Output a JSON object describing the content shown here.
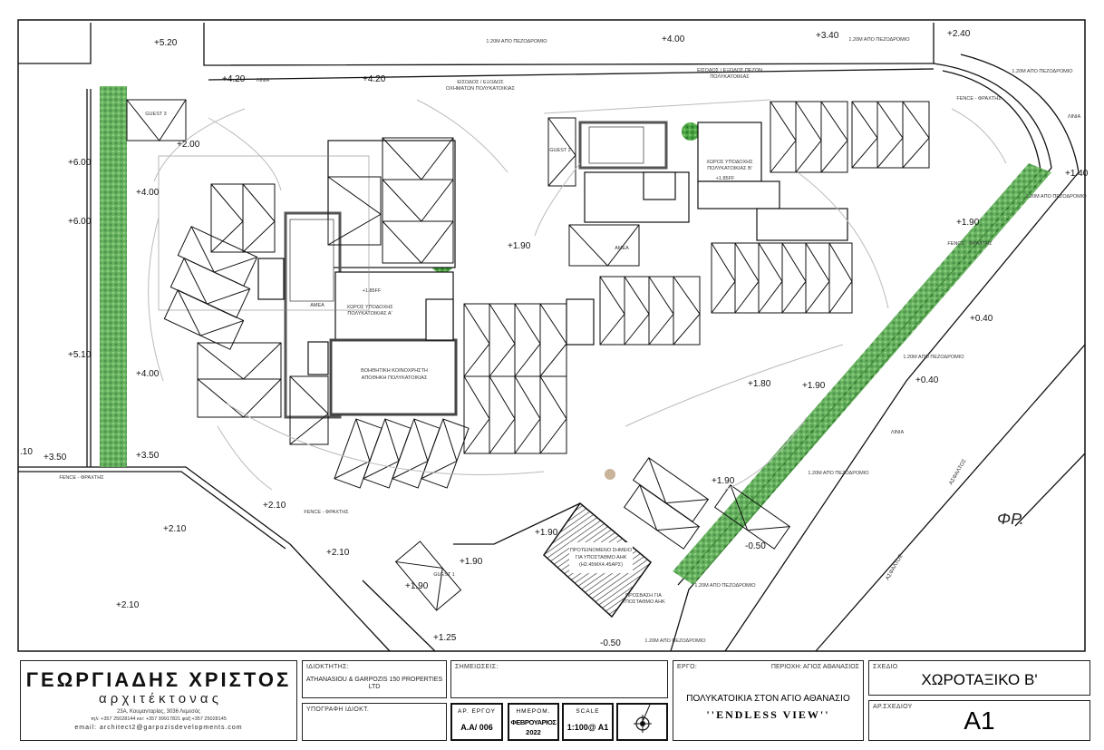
{
  "title_block": {
    "architect_name": "ΓΕΩΡΓΙΑΔΗΣ ΧΡΙΣΤΟΣ",
    "architect_title": "α ρ χ ι τ έ κ τ ο ν α ς",
    "address": "23Α, Κουμανταρίας,  3036  Λεμεσός",
    "phones": "τηλ: +357 25028144   κιν: +357 99917821   φαξ:+357 25028145",
    "email": "email:  architect2@garpozisdevelopments.com",
    "owner_label": "ΙΔΙΟΚΤΗΤΗΣ:",
    "owner": "ATHANASIOU & GARPOZIS 150 PROPERTIES LTD",
    "signature_label": "ΥΠΟΓΡΑΦΗ ΙΔΙΟΚΤ.",
    "notes_label": "ΣΗΜΕΙΩΣΕΙΣ:",
    "project_no_label": "ΑΡ. ΕΡΓΟΥ",
    "project_no": "Α.Α/ 006",
    "date_label": "ΗΜΕΡΟΜ.",
    "date_month": "ΦΕΒΡΟΥΑΡΙΟΣ",
    "date_year": "2022",
    "scale_label": "SCALE",
    "scale": "1:100@ A1",
    "project_label": "ΕΡΓΟ:",
    "area_label": "ΠΕΡΙΟΧΗ: ΑΓΙΟΣ ΑΘΑΝΑΣΙΟΣ",
    "project_title": "ΠΟΛΥΚΑΤΟΙΚΙΑ ΣΤΟΝ ΑΓΙΟ ΑΘΑΝΑΣΙΟ",
    "project_subtitle": "''ENDLESS VIEW''",
    "drawing_label": "ΣΧΕΔΙΟ",
    "drawing_title": "ΧΩΡΟΤΑΞΙΚΟ Β'",
    "drawing_no_label": "ΑΡ.ΣΧΕΔΙΟΥ",
    "drawing_no": "A1"
  },
  "plan": {
    "elevations": [
      "+5.20",
      "+4.20",
      "+4.20",
      "+4.00",
      "+3.40",
      "+2.40",
      "+2.00",
      "+6.00",
      "+4.00",
      "+6.00",
      "+1.90",
      "+5.10",
      "+4.00",
      "+1.80",
      "+1.90",
      "+0.40",
      "+0.40",
      "+1.90",
      "+1.40",
      "+3.50",
      "+3.50",
      "+2.10",
      "+2.10",
      "+2.10",
      "+2.10",
      "+1.90",
      "+1.90",
      "+1.90",
      "+1.25",
      "-0.50",
      "+1.90",
      "-0.50",
      ".10"
    ],
    "labels": {
      "setback": "1.20Μ ΑΠΟ ΠΕΖΟΔΡΟΜΙΟ",
      "vehicle_entrance": [
        "ΕΙΣΟΔΟΣ / ΕΞΟΔΟΣ",
        "ΟΧΗΜΑΤΩΝ ΠΟΛΥΚΑΤΟΙΚΙΑΣ"
      ],
      "pedestrian_entrance": [
        "ΕΙΣΟΔΟΣ / ΕΞΟΔΟΣ ΠΕΖΩΝ",
        "ΠΟΛΥΚΑΤΟΙΚΙΑΣ"
      ],
      "fence": "FENCE - ΦΡΑΧΤΗΣ",
      "line": "ΛΙΝΙΑ",
      "reception_a": [
        "ΧΩΡΟΣ ΥΠΟΔΟΧΗΣ",
        "ΠΟΛΥΚΑΤΟΙΚΙΑΣ Α'"
      ],
      "reception_b": [
        "ΧΩΡΟΣ ΥΠΟΔΟΧΗΣ",
        "ΠΟΛΥΚΑΤΟΙΚΙΑΣ Β'"
      ],
      "storage": [
        "ΒΟΗΘΗΤΙΚΗ ΚΟΙΝΟΧΡΗΣΤΗ",
        "ΑΠΟΘΗΚΗ ΠΟΛΥΚΑΤΟΙΚΙΑΣ"
      ],
      "substation": [
        "ΠΡΟΤΕΙΝΟΜΕΝΟ ΣΗΜΕΙΟ",
        "ΓΙΑ ΥΠΟΣΤΑΘΜΟ ΑΗΚ",
        "(Η2.45ΜΧ4.45ΑΡΣ)"
      ],
      "substation_access": [
        "ΠΡΟΣΒΑΣΗ ΓΙΑ",
        "ΥΠΟΣΤΑΘΜΟ ΑΗΚ"
      ],
      "guest1": "GUEST 1",
      "guest2": "GUEST 2",
      "guest3": "GUEST 3",
      "ramp": "ΑΜΕΑ",
      "asphalt": "ΑΣΦΑΛΤΟΣ",
      "reception_a_level": "+1.85FF",
      "reception_b_level": "+1.85FF",
      "initials": "ΦΡ."
    }
  },
  "colors": {
    "green": "#3f9a3a",
    "green_dark": "#1f6b24",
    "line": "#111111",
    "arrow": "#b8b8b8"
  }
}
